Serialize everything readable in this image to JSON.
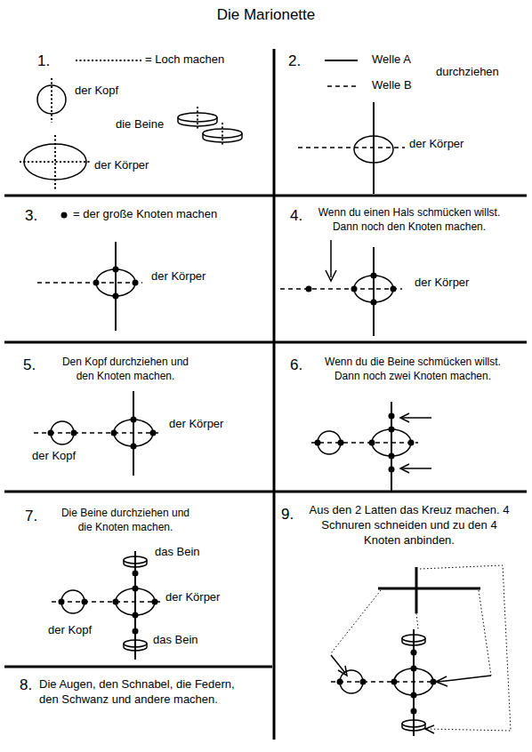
{
  "diagram": {
    "title": "Die Marionette",
    "labels": [
      "1.",
      "= Loch machen",
      "der Kopf",
      "die Beine",
      "der Körper",
      "2.",
      "Welle A",
      "Welle B",
      "durchziehen",
      "der Körper",
      "3.",
      "= der große Knoten machen",
      "der Körper",
      "4.",
      "Wenn du einen Hals schmücken willst. Dann noch den Knoten machen.",
      "der Körper",
      "5.",
      "Den Kopf durchziehen und den Knoten machen.",
      "der Körper",
      "der Kopf",
      "6.",
      "Wenn du die Beine schmücken willst. Dann noch zwei Knoten machen.",
      "7.",
      "Die Beine durchziehen und die Knoten machen.",
      "das Bein",
      "der Körper",
      "der Kopf",
      "das Bein",
      "8.",
      "Die Augen, den Schnabel, die Federn, den Schwanz und andere machen.",
      "9.",
      "Aus den 2 Latten das Kreuz machen. 4 Schnuren schneiden und zu den 4 Knoten anbinden."
    ]
  }
}
